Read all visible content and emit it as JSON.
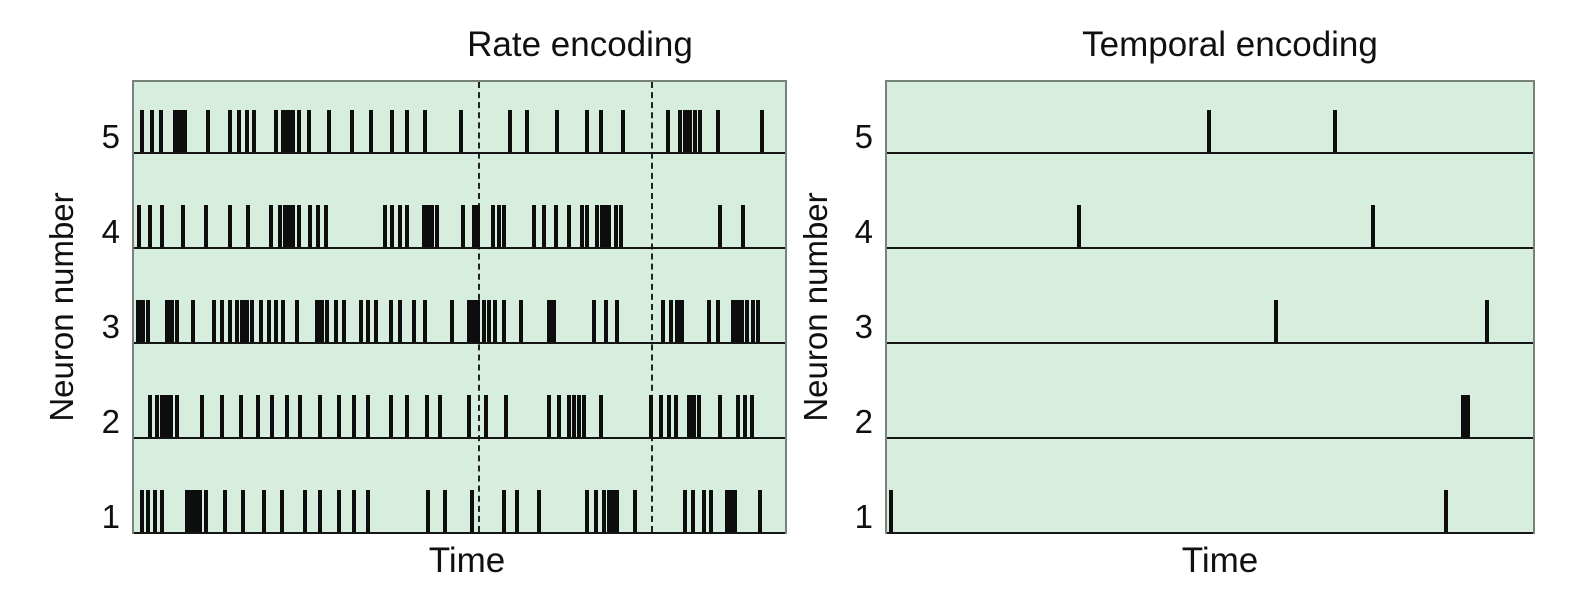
{
  "colors": {
    "page_background": "#ffffff",
    "panel_background": "#d7eedf",
    "panel_border": "#76827a",
    "spike": "#0d0d0d",
    "baseline": "#151515",
    "dashed_line": "#222222",
    "text": "#101010"
  },
  "chart_data": [
    {
      "type": "raster",
      "title": "Rate encoding",
      "xlabel": "Time",
      "ylabel": "Neuron number",
      "x_range": [
        0,
        1
      ],
      "neuron_order_top_to_bottom": [
        "5",
        "4",
        "3",
        "2",
        "1"
      ],
      "dashed_marker_times": [
        0.53,
        0.796
      ],
      "rows": [
        {
          "neuron": "5",
          "spike_times": [
            0.013,
            0.028,
            0.042,
            0.063,
            0.079,
            0.113,
            0.148,
            0.161,
            0.173,
            0.184,
            0.218,
            0.229,
            0.245,
            0.253,
            0.269,
            0.3,
            0.335,
            0.364,
            0.397,
            0.42,
            0.447,
            0.503,
            0.578,
            0.603,
            0.65,
            0.696,
            0.717,
            0.751,
            0.82,
            0.838,
            0.861,
            0.869,
            0.897,
            0.965
          ],
          "wide_spike_times": [
            0.072,
            0.237,
            0.85
          ]
        },
        {
          "neuron": "4",
          "spike_times": [
            0.008,
            0.025,
            0.043,
            0.075,
            0.11,
            0.148,
            0.175,
            0.21,
            0.225,
            0.245,
            0.253,
            0.27,
            0.283,
            0.295,
            0.385,
            0.397,
            0.408,
            0.42,
            0.457,
            0.465,
            0.506,
            0.522,
            0.529,
            0.552,
            0.56,
            0.568,
            0.614,
            0.63,
            0.648,
            0.668,
            0.688,
            0.696,
            0.711,
            0.73,
            0.74,
            0.748,
            0.9,
            0.935
          ],
          "wide_spike_times": [
            0.236,
            0.449,
            0.722
          ]
        },
        {
          "neuron": "3",
          "spike_times": [
            0.022,
            0.066,
            0.09,
            0.123,
            0.135,
            0.148,
            0.158,
            0.181,
            0.195,
            0.208,
            0.218,
            0.229,
            0.25,
            0.296,
            0.31,
            0.323,
            0.348,
            0.36,
            0.372,
            0.395,
            0.408,
            0.43,
            0.447,
            0.488,
            0.514,
            0.537,
            0.545,
            0.555,
            0.568,
            0.594,
            0.707,
            0.725,
            0.742,
            0.812,
            0.825,
            0.884,
            0.897,
            0.92,
            0.941,
            0.951,
            0.958
          ],
          "wide_spike_times": [
            0.01,
            0.055,
            0.17,
            0.285,
            0.524,
            0.642,
            0.838,
            0.93
          ]
        },
        {
          "neuron": "2",
          "spike_times": [
            0.025,
            0.036,
            0.057,
            0.066,
            0.105,
            0.135,
            0.165,
            0.19,
            0.212,
            0.235,
            0.255,
            0.285,
            0.315,
            0.338,
            0.36,
            0.395,
            0.42,
            0.45,
            0.47,
            0.514,
            0.54,
            0.571,
            0.637,
            0.653,
            0.668,
            0.676,
            0.684,
            0.691,
            0.717,
            0.794,
            0.81,
            0.822,
            0.833,
            0.868,
            0.9,
            0.928,
            0.938,
            0.949
          ],
          "wide_spike_times": [
            0.047,
            0.856
          ]
        },
        {
          "neuron": "1",
          "spike_times": [
            0.012,
            0.022,
            0.032,
            0.043,
            0.082,
            0.101,
            0.11,
            0.14,
            0.168,
            0.2,
            0.228,
            0.262,
            0.285,
            0.315,
            0.338,
            0.36,
            0.452,
            0.478,
            0.519,
            0.568,
            0.588,
            0.622,
            0.696,
            0.71,
            0.722,
            0.742,
            0.769,
            0.846,
            0.858,
            0.876,
            0.887,
            0.911,
            0.961
          ],
          "wide_spike_times": [
            0.092,
            0.733,
            0.92
          ]
        }
      ]
    },
    {
      "type": "raster",
      "title": "Temporal encoding",
      "xlabel": "Time",
      "ylabel": "Neuron number",
      "x_range": [
        0,
        1
      ],
      "neuron_order_top_to_bottom": [
        "5",
        "4",
        "3",
        "2",
        "1"
      ],
      "dashed_marker_times": [],
      "rows": [
        {
          "neuron": "5",
          "spike_times": [
            0.498,
            0.694
          ],
          "wide_spike_times": []
        },
        {
          "neuron": "4",
          "spike_times": [
            0.297,
            0.752
          ],
          "wide_spike_times": []
        },
        {
          "neuron": "3",
          "spike_times": [
            0.602,
            0.929
          ],
          "wide_spike_times": []
        },
        {
          "neuron": "2",
          "spike_times": [],
          "wide_spike_times": [
            0.895
          ]
        },
        {
          "neuron": "1",
          "spike_times": [
            0.006,
            0.866
          ],
          "wide_spike_times": []
        }
      ]
    }
  ]
}
